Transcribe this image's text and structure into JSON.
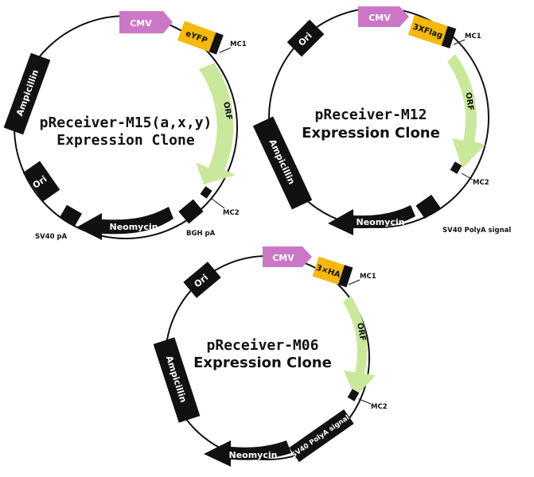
{
  "palette": {
    "backbone": "#111111",
    "promoter": "#cc77c6",
    "orf": "#c9e89b",
    "tag": "#f5b80d",
    "marker": "#111111"
  },
  "plasmids": [
    {
      "title_line1": "pReceiver-M15(a,x,y)",
      "title_line2": "Expression  Clone",
      "promoter": "CMV",
      "tag": "eYFP",
      "mc1": "MC1",
      "orf": "ORF",
      "mc2": "MC2",
      "polya_label": "BGH pA",
      "selection": "Neomycin",
      "sv40": "SV40 pA",
      "origin": "Ori",
      "antibiotic": "Ampicillin"
    },
    {
      "title_line1": "pReceiver-M12",
      "title_line2": "Expression Clone",
      "promoter": "CMV",
      "tag": "3XFlag",
      "mc1": "MC1",
      "orf": "ORF",
      "mc2": "MC2",
      "polya_label": "SV40 PolyA signal",
      "selection": "Neomycin",
      "origin": "Ori",
      "antibiotic": "Ampicillin"
    },
    {
      "title_line1": "pReceiver-M06",
      "title_line2": "Expression Clone",
      "promoter": "CMV",
      "tag": "3×HA",
      "mc1": "MC1",
      "orf": "ORF",
      "mc2": "MC2",
      "polya_label": "SV40 PolyA signal",
      "selection": "Neomycin",
      "origin": "Ori",
      "antibiotic": "Ampicillin"
    }
  ]
}
